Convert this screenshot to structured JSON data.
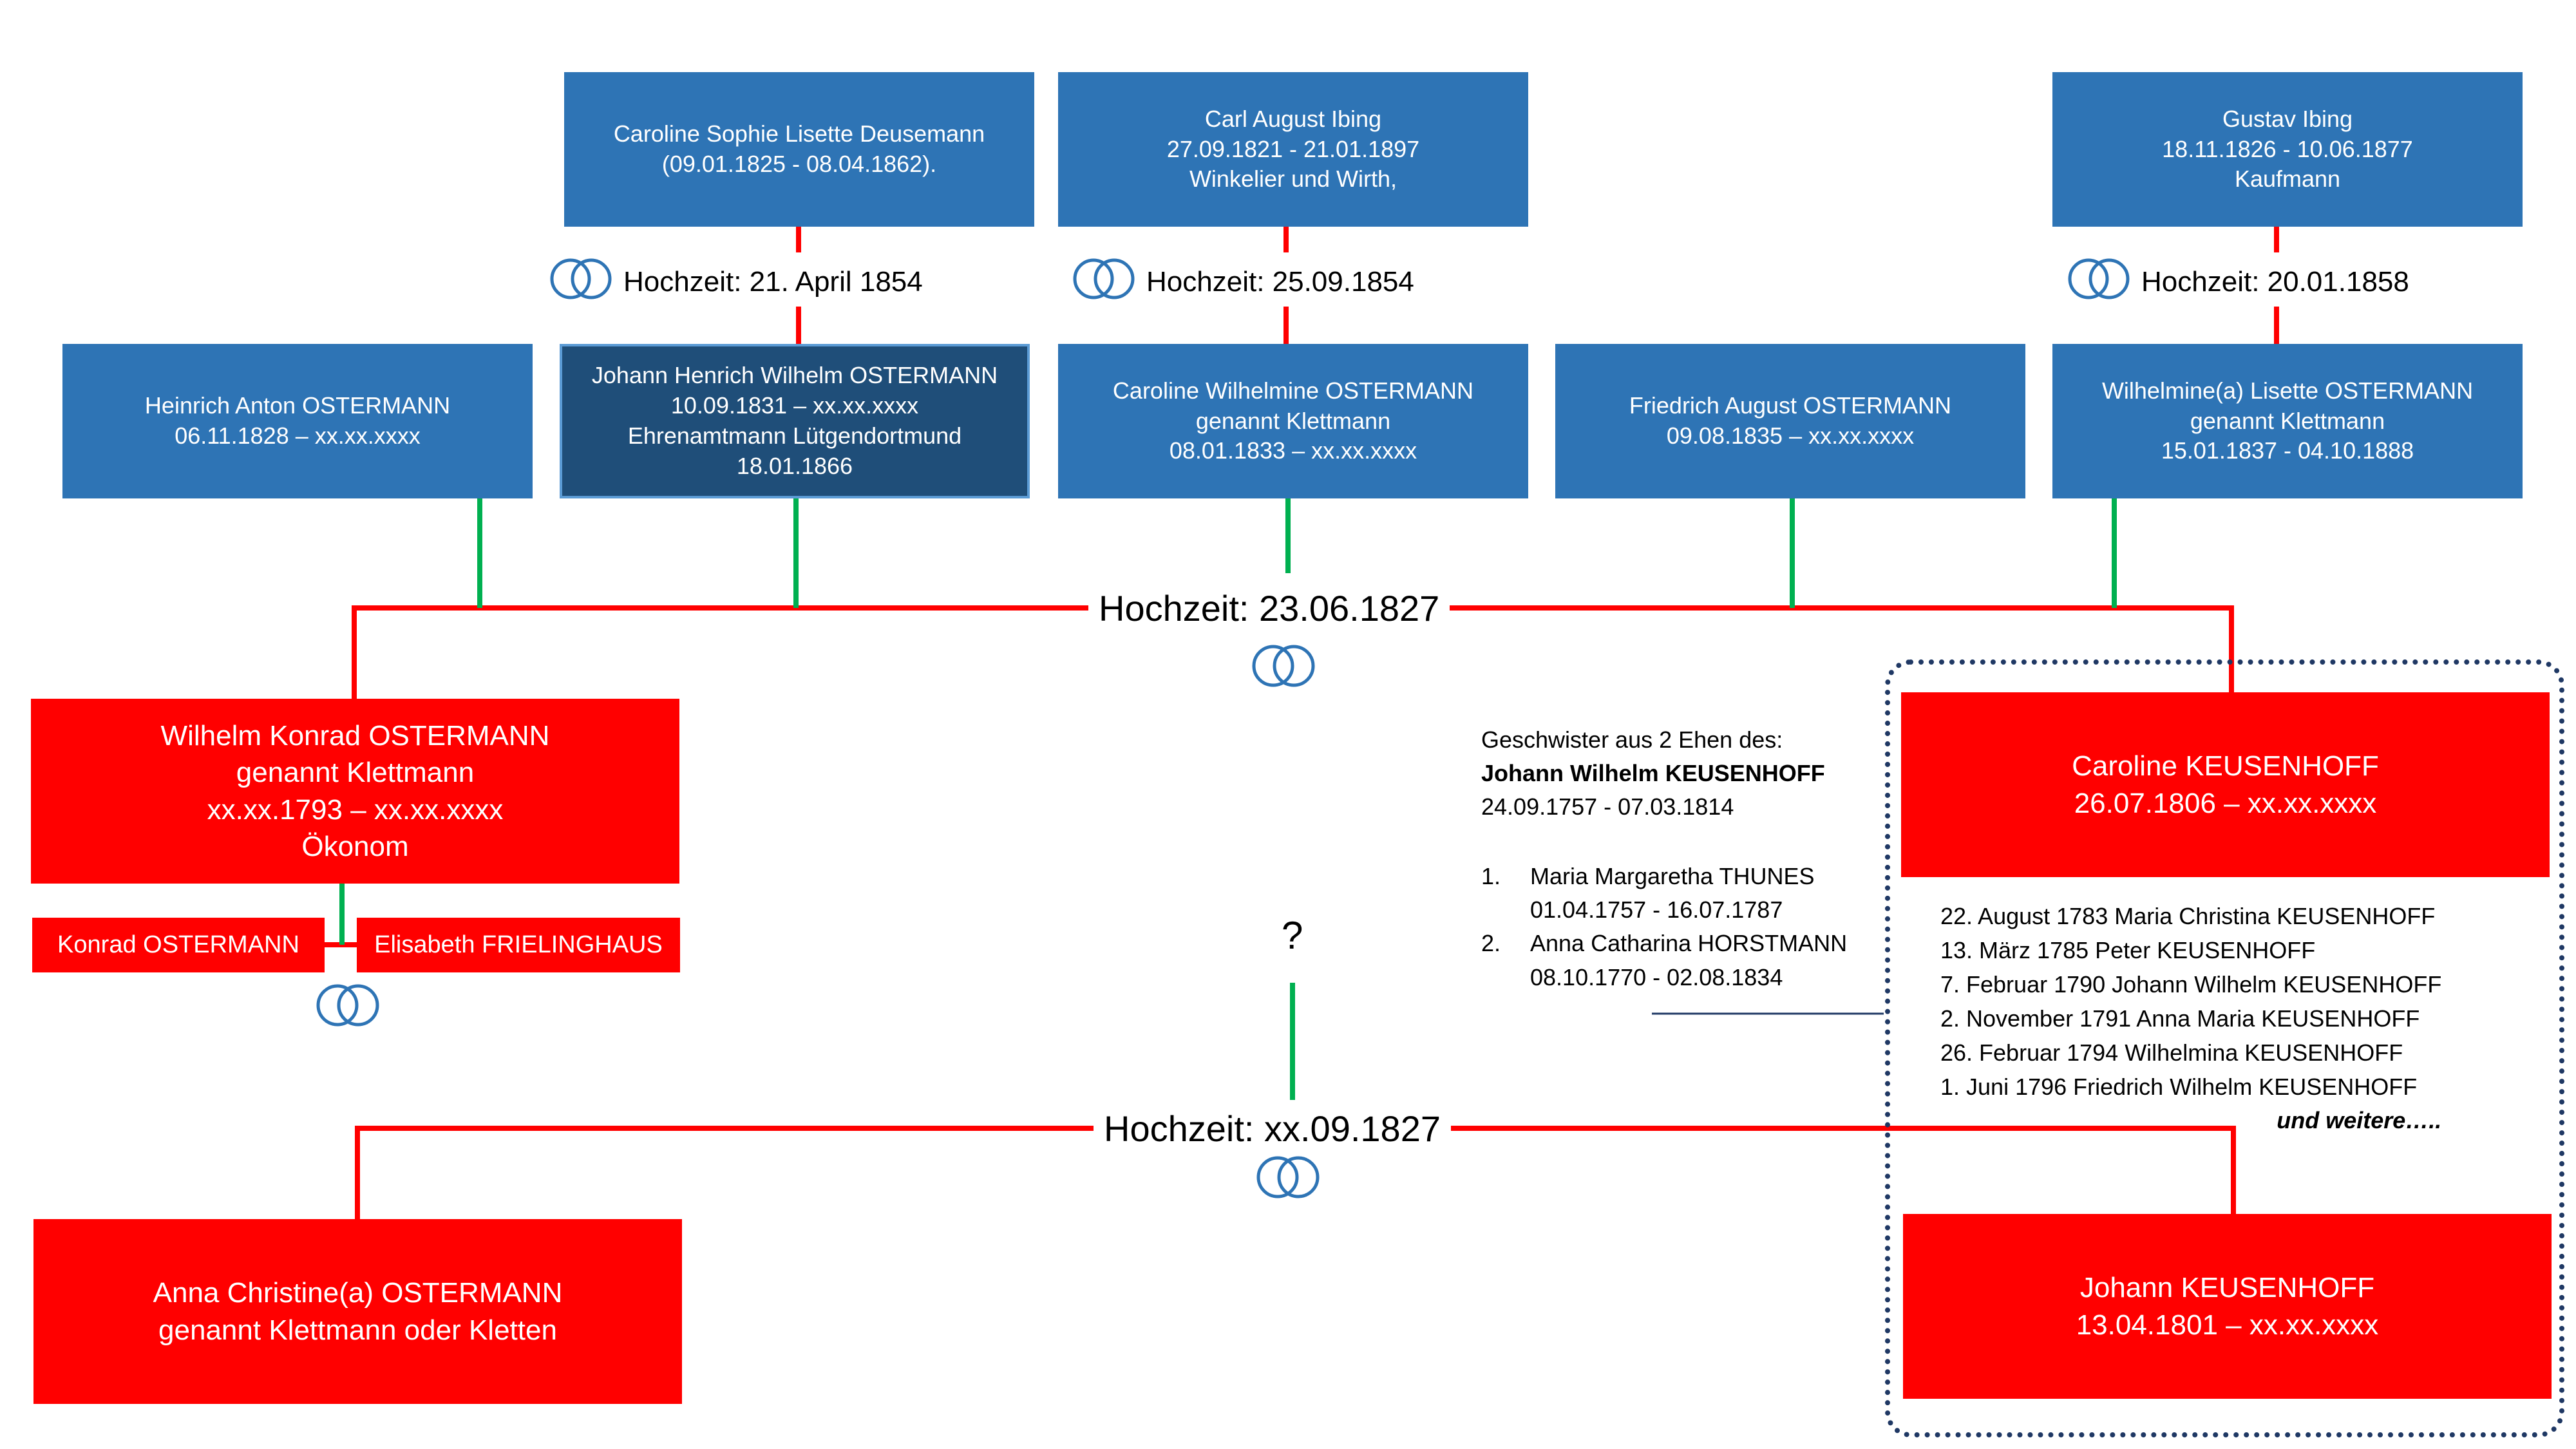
{
  "colors": {
    "blue_box": "#2e74b5",
    "navy_box": "#1f4e79",
    "red_box": "#ff0000",
    "marriage_line": "#ff0000",
    "descent_line": "#00b050",
    "frame": "#1f3864",
    "rings": "#2e74b5"
  },
  "icons": {
    "wedding": "wedding-rings-icon"
  },
  "top_row": {
    "deusemann": {
      "lines": [
        "Caroline Sophie Lisette Deusemann",
        "(09.01.1825 - 08.04.1862)."
      ]
    },
    "carl_ibing": {
      "lines": [
        "Carl August Ibing",
        "27.09.1821 - 21.01.1897",
        "Winkelier und Wirth,"
      ]
    },
    "gustav_ibing": {
      "lines": [
        "Gustav Ibing",
        "18.11.1826 - 10.06.1877",
        "Kaufmann"
      ]
    }
  },
  "marriages_top": {
    "m1854a": {
      "label": "Hochzeit: 21. April 1854"
    },
    "m1854b": {
      "label": "Hochzeit: 25.09.1854"
    },
    "m1858": {
      "label": "Hochzeit: 20.01.1858"
    }
  },
  "children_row": {
    "heinrich": {
      "lines": [
        "Heinrich Anton OSTERMANN",
        "06.11.1828 – xx.xx.xxxx"
      ]
    },
    "johann_henrich": {
      "lines": [
        "Johann Henrich Wilhelm OSTERMANN",
        "10.09.1831 –  xx.xx.xxxx",
        "Ehrenamtmann Lütgendortmund",
        "18.01.1866"
      ]
    },
    "caroline_w": {
      "lines": [
        "Caroline Wilhelmine OSTERMANN",
        "genannt Klettmann",
        "08.01.1833 – xx.xx.xxxx"
      ]
    },
    "friedrich": {
      "lines": [
        "Friedrich August OSTERMANN",
        "09.08.1835 – xx.xx.xxxx"
      ]
    },
    "wilhelmine": {
      "lines": [
        "Wilhelmine(a) Lisette OSTERMANN",
        "genannt Klettmann",
        "15.01.1837 - 04.10.1888"
      ]
    }
  },
  "marriage_1827_06": {
    "label": "Hochzeit: 23.06.1827"
  },
  "marriage_1827_09": {
    "label": "Hochzeit: xx.09.1827"
  },
  "wilhelm_konrad": {
    "lines": [
      "Wilhelm Konrad OSTERMANN",
      "genannt Klettmann",
      "xx.xx.1793 – xx.xx.xxxx",
      "Ökonom"
    ]
  },
  "konrad": {
    "lines": [
      "Konrad OSTERMANN"
    ]
  },
  "elisabeth": {
    "lines": [
      "Elisabeth FRIELINGHAUS"
    ]
  },
  "caroline_k": {
    "lines": [
      "Caroline KEUSENHOFF",
      "26.07.1806 – xx.xx.xxxx"
    ]
  },
  "johann_k": {
    "lines": [
      "Johann KEUSENHOFF",
      "13.04.1801 – xx.xx.xxxx"
    ]
  },
  "anna_christine": {
    "lines": [
      "Anna Christine(a) OSTERMANN",
      "genannt Klettmann oder Kletten"
    ]
  },
  "unknown_link": "?",
  "siblings_note": {
    "intro": "Geschwister aus 2 Ehen des:",
    "father": "Johann Wilhelm KEUSENHOFF",
    "father_dates": "24.09.1757 - 07.03.1814",
    "marriages": [
      {
        "num": "1.",
        "name": "Maria Margaretha THUNES",
        "dates": "01.04.1757 - 16.07.1787"
      },
      {
        "num": "2.",
        "name": "Anna Catharina HORSTMANN",
        "dates": "08.10.1770 - 02.08.1834"
      }
    ]
  },
  "keusenhoff_children": {
    "items": [
      "22. August 1783 Maria Christina KEUSENHOFF",
      "13. März 1785 Peter KEUSENHOFF",
      "7. Februar 1790 Johann Wilhelm KEUSENHOFF",
      "2. November 1791 Anna Maria KEUSENHOFF",
      "26. Februar 1794 Wilhelmina KEUSENHOFF",
      "1. Juni 1796 Friedrich Wilhelm KEUSENHOFF"
    ],
    "more": "und weitere….."
  }
}
